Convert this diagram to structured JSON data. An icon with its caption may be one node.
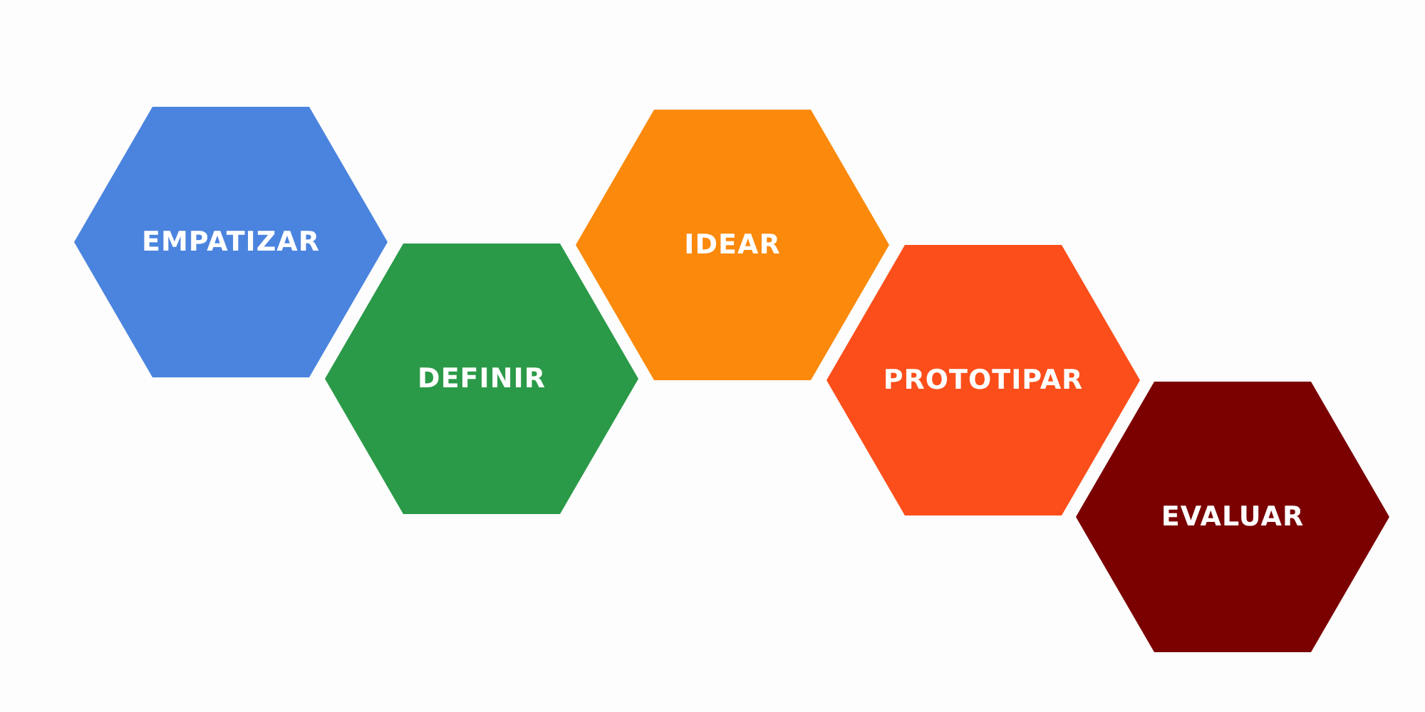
{
  "diagram": {
    "nodes": [
      {
        "text": [
          "EMPATIZAR"
        ]
      },
      {
        "text": [
          "DEFINIR"
        ]
      },
      {
        "text": [
          "IDEAR"
        ]
      },
      {
        "text": [
          "PROTOTIPAR"
        ]
      },
      {
        "text": [
          "EVALUAR"
        ]
      }
    ]
  }
}
